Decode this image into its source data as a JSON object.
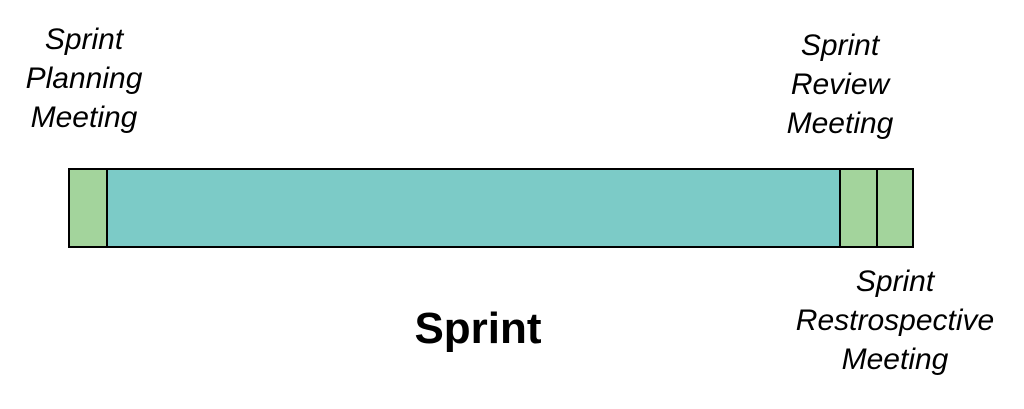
{
  "labels": {
    "planning": [
      "Sprint",
      "Planning",
      "Meeting"
    ],
    "review": [
      "Sprint",
      "Review",
      "Meeting"
    ],
    "retrospective": [
      "Sprint",
      "Restrospective",
      "Meeting"
    ]
  },
  "timeline_title": "Sprint",
  "colors": {
    "meeting_segment": "#a3d49c",
    "sprint_segment": "#7ccbc7",
    "border": "#000000",
    "background": "#ffffff"
  }
}
